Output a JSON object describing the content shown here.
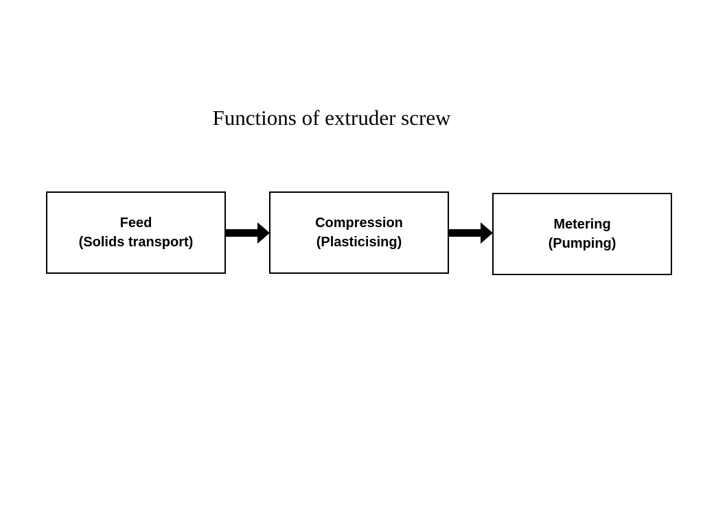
{
  "title": "Functions of extruder screw",
  "stages": [
    {
      "name": "Feed",
      "function": "(Solids transport)"
    },
    {
      "name": "Compression",
      "function": "(Plasticising)"
    },
    {
      "name": "Metering",
      "function": "(Pumping)"
    }
  ],
  "colors": {
    "line": "#000000",
    "background": "#ffffff"
  }
}
